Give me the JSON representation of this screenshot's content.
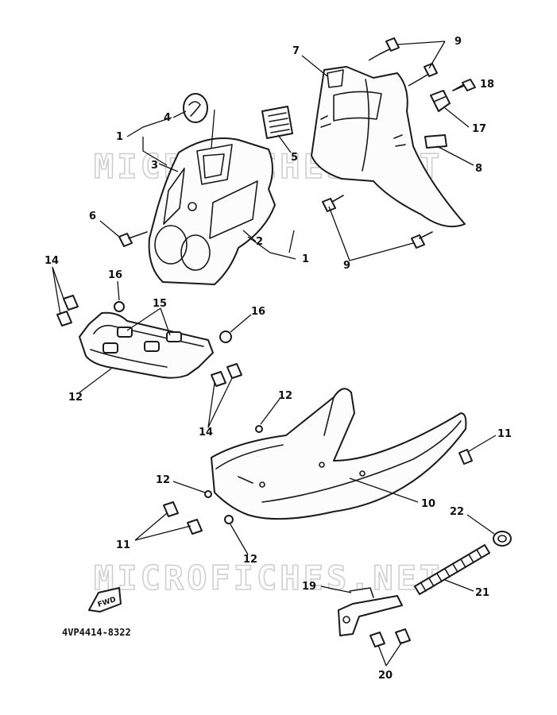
{
  "watermark": "MICROFICHES.NET",
  "diagram_code": "4VP4414-8322",
  "fwd_label": "FWD",
  "callouts": {
    "c1a": "1",
    "c1b": "1",
    "c2": "2",
    "c3": "3",
    "c4": "4",
    "c5": "5",
    "c6": "6",
    "c7": "7",
    "c8": "8",
    "c9a": "9",
    "c9b": "9",
    "c10": "10",
    "c11a": "11",
    "c11b": "11",
    "c12a": "12",
    "c12b": "12",
    "c12c": "12",
    "c12d": "12",
    "c14a": "14",
    "c14b": "14",
    "c15": "15",
    "c16a": "16",
    "c16b": "16",
    "c17": "17",
    "c18": "18",
    "c19": "19",
    "c20": "20",
    "c21": "21",
    "c22": "22"
  }
}
